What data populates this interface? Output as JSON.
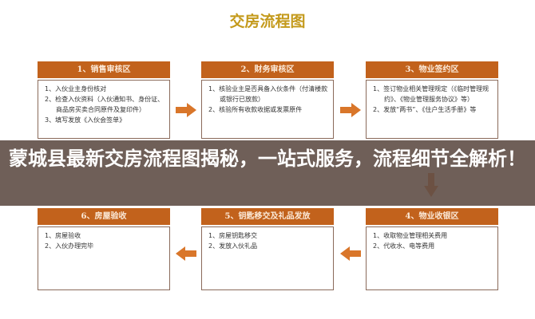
{
  "title": "交房流程图",
  "steps": [
    {
      "header": "1、销售审核区",
      "items": [
        "1、入伙业主身份核对",
        "2、检查入伙资料（入伙通知书、身份证、商品房买卖合同原件及复印件）",
        "3、填写发放《入伙会签单》"
      ]
    },
    {
      "header": "2、财务审核区",
      "items": [
        "1、核验业主是否具备入伙条件（付清楼款或银行已放款）",
        "2、核验所有收款收据或发票原件"
      ]
    },
    {
      "header": "3、物业签约区",
      "items": [
        "1、签订物业相关管理规定（《临时管理规约》、《物业管理服务协议》等）",
        "2、发放“两书”、《住户生活手册》等"
      ]
    },
    {
      "header": "4、物业收银区",
      "items": [
        "1、收取物业管理相关费用",
        "2、代收水、电等费用"
      ]
    },
    {
      "header": "5、钥匙移交及礼品发放",
      "items": [
        "1、房屋钥匙移交",
        "2、发放入伙礼品"
      ]
    },
    {
      "header": "6、房屋验收",
      "items": [
        "1、房屋验收",
        "2、入伙办理完毕"
      ]
    }
  ],
  "overlay_headline": "蒙城县最新交房流程图揭秘，一站式服务，流程细节全解析！",
  "colors": {
    "header": "#c2621c",
    "arrow": "#d9762a",
    "title": "#c49a1c",
    "overlay": "#5f4e46"
  }
}
